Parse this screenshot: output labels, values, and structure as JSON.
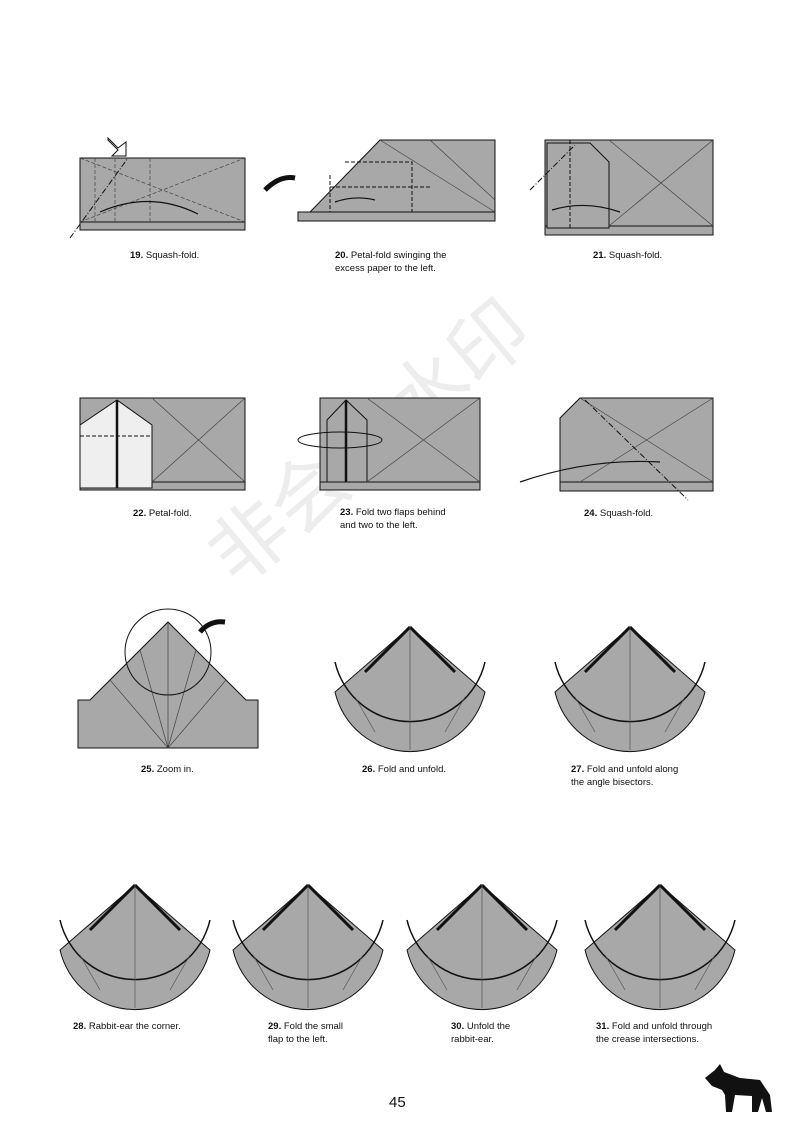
{
  "steps": [
    {
      "num": "19.",
      "text": "Squash-fold."
    },
    {
      "num": "20.",
      "text": "Petal-fold swinging the",
      "text2": "excess paper to the left."
    },
    {
      "num": "21.",
      "text": "Squash-fold."
    },
    {
      "num": "22.",
      "text": "Petal-fold."
    },
    {
      "num": "23.",
      "text": "Fold two flaps behind",
      "text2": "and two to the left."
    },
    {
      "num": "24.",
      "text": "Squash-fold."
    },
    {
      "num": "25.",
      "text": "Zoom in."
    },
    {
      "num": "26.",
      "text": "Fold and unfold."
    },
    {
      "num": "27.",
      "text": "Fold and unfold along",
      "text2": "the angle bisectors."
    },
    {
      "num": "28.",
      "text": "Rabbit-ear the corner."
    },
    {
      "num": "29.",
      "text": "Fold the small",
      "text2": "flap to the left."
    },
    {
      "num": "30.",
      "text": "Unfold the",
      "text2": "rabbit-ear."
    },
    {
      "num": "31.",
      "text": "Fold and unfold through",
      "text2": "the crease intersections."
    }
  ],
  "page_number": "45",
  "watermark": "非会员水印",
  "colors": {
    "paper": "#a8a8a8",
    "light": "#efefef",
    "line": "#111111"
  }
}
